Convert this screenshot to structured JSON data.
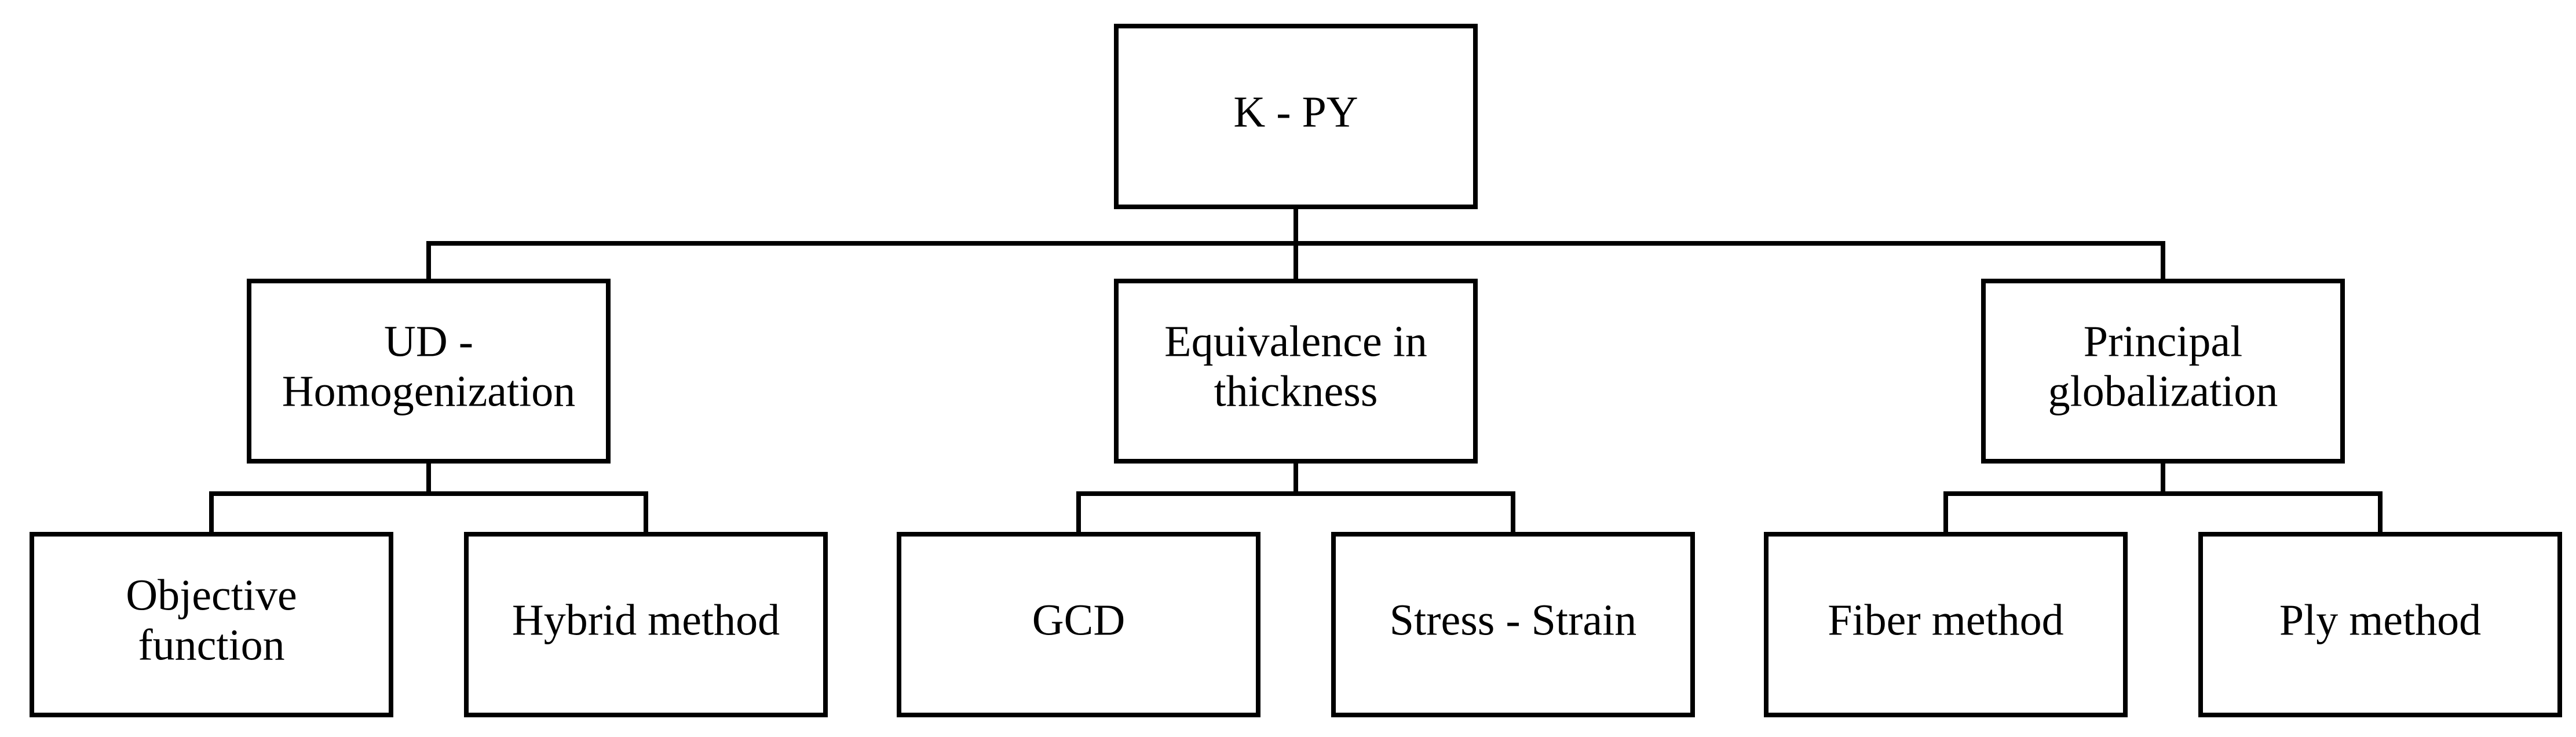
{
  "diagram": {
    "root": {
      "lines": [
        "K - PY"
      ]
    },
    "level2": [
      {
        "lines": [
          "UD -",
          "Homogenization"
        ]
      },
      {
        "lines": [
          "Equivalence in",
          "thickness"
        ]
      },
      {
        "lines": [
          "Principal",
          "globalization"
        ]
      }
    ],
    "level3": [
      {
        "lines": [
          "Objective",
          "function"
        ]
      },
      {
        "lines": [
          "Hybrid method"
        ]
      },
      {
        "lines": [
          "GCD"
        ]
      },
      {
        "lines": [
          "Stress - Strain"
        ]
      },
      {
        "lines": [
          "Fiber method"
        ]
      },
      {
        "lines": [
          "Ply method"
        ]
      }
    ]
  }
}
